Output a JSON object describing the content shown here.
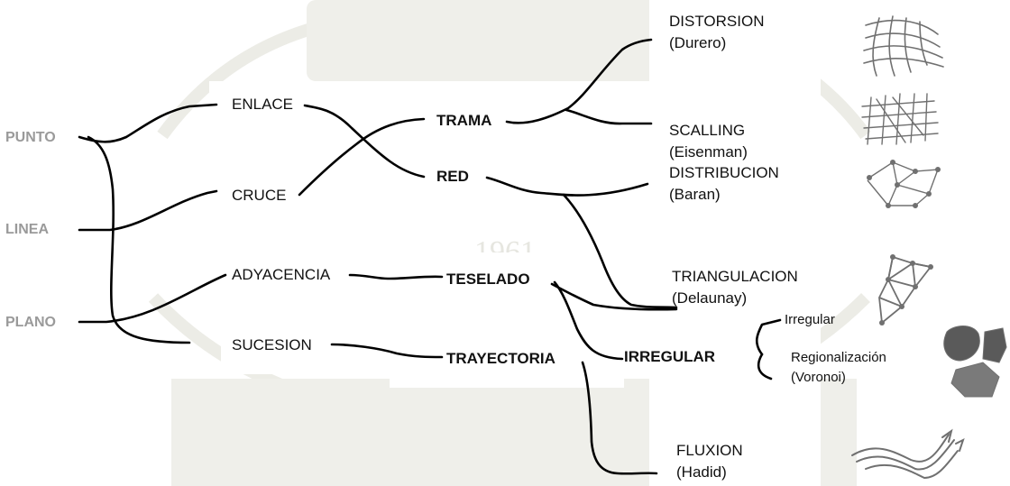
{
  "left_column": {
    "punto": "PUNTO",
    "linea": "LINEA",
    "plano": "PLANO"
  },
  "second_column": {
    "enlace": "ENLACE",
    "cruce": "CRUCE",
    "adyacencia": "ADYACENCIA",
    "sucesion": "SUCESION"
  },
  "third_column": {
    "trama": "TRAMA",
    "red": "RED",
    "teselado": "TESELADO",
    "trayectoria": "TRAYECTORIA",
    "irregular": "IRREGULAR"
  },
  "examples": {
    "distorsion": {
      "title": "DISTORSION",
      "author": "(Durero)"
    },
    "scalling": {
      "title": "SCALLING",
      "author": "(Eisenman)"
    },
    "distribucion": {
      "title": "DISTRIBUCION",
      "author": "(Baran)"
    },
    "triangulacion": {
      "title": "TRIANGULACION",
      "author": "(Delaunay)"
    },
    "irregular_sub": "Irregular",
    "regionalizacion": {
      "title": "Regionalización",
      "author": "(Voronoi)"
    },
    "fluxion": {
      "title": "FLUXION",
      "author": "(Hadid)"
    }
  },
  "watermark_text": "1961",
  "colors": {
    "line": "#000000",
    "gray_label": "#9a9a9a",
    "icon": "#707070",
    "watermark": "#ecece6"
  }
}
